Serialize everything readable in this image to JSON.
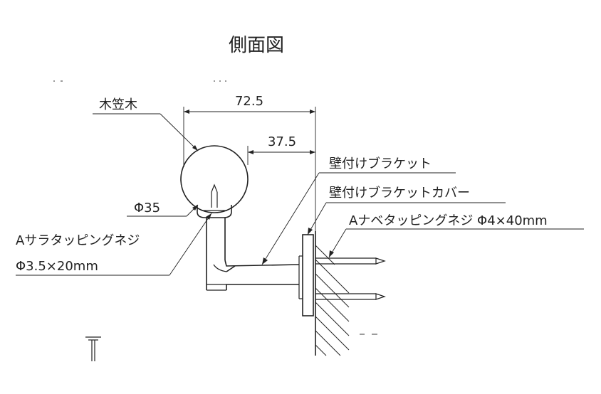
{
  "title": "側面図",
  "dimensions": {
    "overall": "72.5",
    "bracket": "37.5",
    "diameter": "Φ35"
  },
  "labels": {
    "handrail": "木笠木",
    "wall_bracket": "壁付けブラケット",
    "bracket_cover": "壁付けブラケットカバー",
    "screw_top_line1": "Aサラタッピングネジ",
    "screw_top_line2": "Φ3.5×20mm",
    "screw_wall": "Aナベタッピングネジ Φ4×40mm"
  }
}
